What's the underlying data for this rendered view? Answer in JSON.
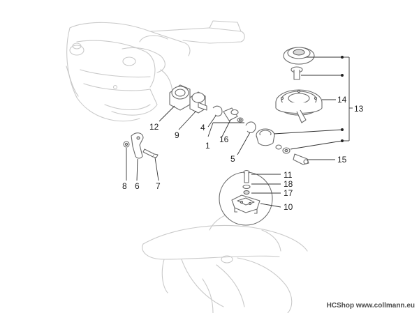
{
  "diagram": {
    "callouts": {
      "n1": "1",
      "n4": "4",
      "n5": "5",
      "n6": "6",
      "n7": "7",
      "n8": "8",
      "n9": "9",
      "n10": "10",
      "n11": "11",
      "n12": "12",
      "n13": "13",
      "n14": "14",
      "n15": "15",
      "n16": "16",
      "n17": "17",
      "n18": "18"
    }
  },
  "watermark": {
    "shop": "HCShop",
    "site": "www.collmann.eu"
  },
  "colors": {
    "ghost_outline": "#c9c9c9",
    "part_outline": "#6a6a6a",
    "leader": "#333333"
  }
}
